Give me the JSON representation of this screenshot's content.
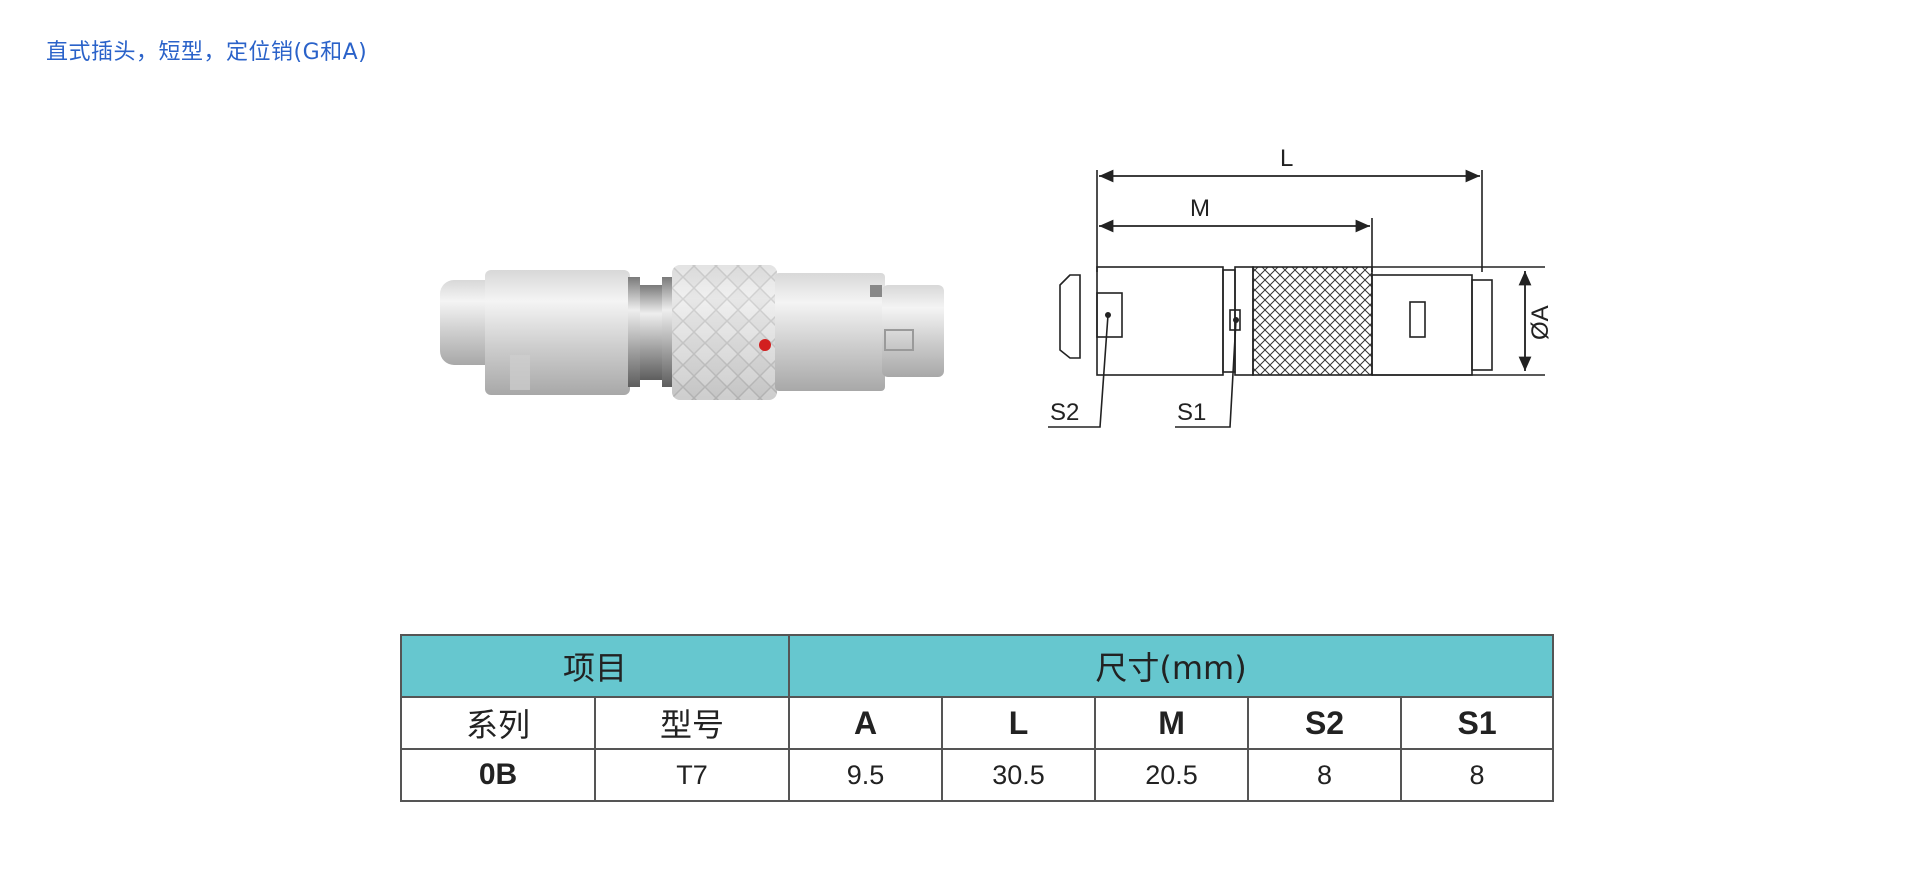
{
  "title": "直式插头，短型，定位销(G和A)",
  "drawing": {
    "label_L": "L",
    "label_M": "M",
    "label_A": "ØA",
    "label_S2": "S2",
    "label_S1": "S1"
  },
  "table": {
    "header_item": "项目",
    "header_dim": "尺寸(mm)",
    "columns": [
      "系列",
      "型号",
      "A",
      "L",
      "M",
      "S2",
      "S1"
    ],
    "rows": [
      [
        "0B",
        "T7",
        "9.5",
        "30.5",
        "20.5",
        "8",
        "8"
      ]
    ]
  },
  "colors": {
    "title": "#2a62c9",
    "table_header_bg": "#66c7cf",
    "indicator_dot": "#d21f1f"
  }
}
